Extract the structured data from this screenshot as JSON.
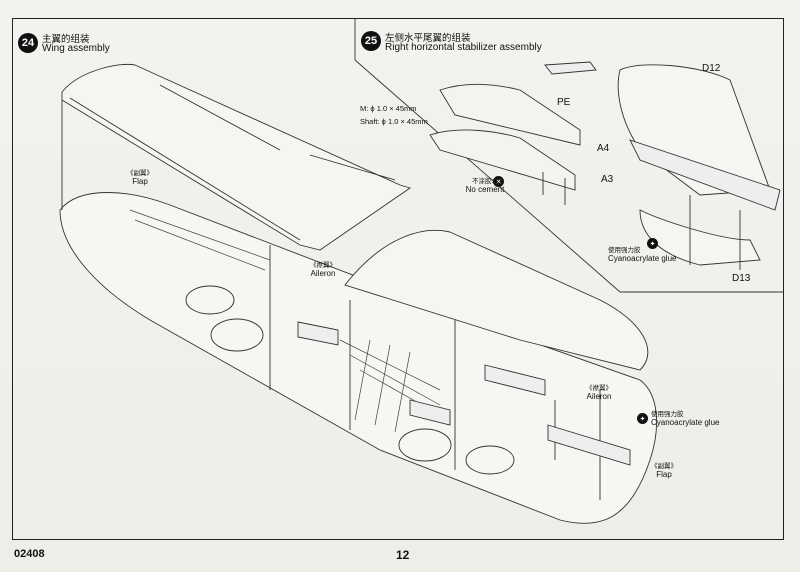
{
  "page": {
    "code": "02408",
    "number": "12"
  },
  "steps": [
    {
      "number": "24",
      "title_cn": "主翼的组装",
      "title_en": "Wing assembly"
    },
    {
      "number": "25",
      "title_cn": "左侧水平尾翼的组装",
      "title_en": "Right horizontal stabilizer assembly"
    }
  ],
  "labels": {
    "flap_top_cn": "《副翼》",
    "flap_top": "Flap",
    "aileron_mid_cn": "《襟翼》",
    "aileron_mid": "Aileron",
    "aileron_right_cn": "《襟翼》",
    "aileron_right": "Aileron",
    "flap_right_cn": "《副翼》",
    "flap_right": "Flap",
    "glue_right_cn": "使用强力胶",
    "glue_right": "Cyanoacrylate glue",
    "glue_top_cn": "使用强力胶",
    "glue_top": "Cyanoacrylate glue",
    "nocement_cn": "不涂胶水",
    "nocement": "No cement",
    "m_spec": "M: ϕ 1.0 × 45mm",
    "shaft_spec": "Shaft: ϕ 1.0 × 45mm"
  },
  "parts": {
    "pe": "PE",
    "a4": "A4",
    "a3": "A3",
    "d12": "D12",
    "d13": "D13"
  },
  "icons": {
    "no_cement": "no-cement-icon",
    "glue": "glue-drop-icon"
  }
}
